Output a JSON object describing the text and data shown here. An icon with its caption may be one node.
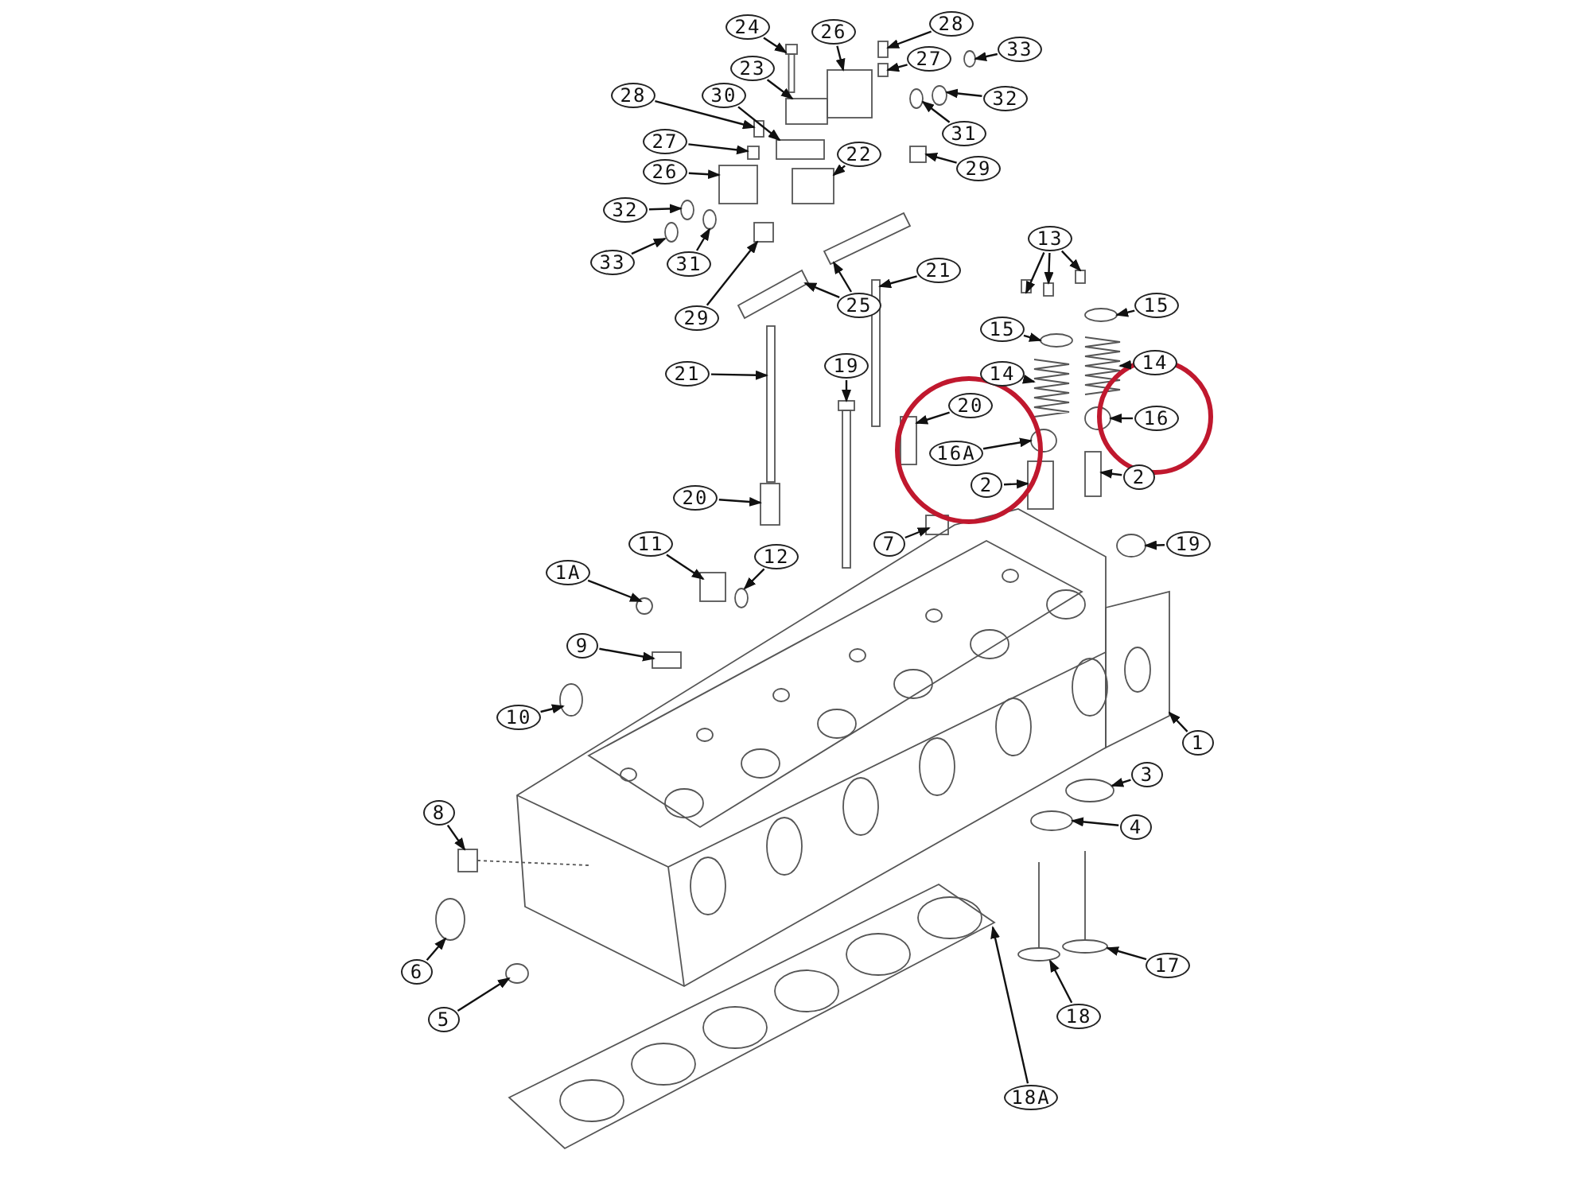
{
  "diagram": {
    "nodes": [
      {
        "text": [
          "24"
        ]
      },
      {
        "text": [
          "26"
        ]
      },
      {
        "text": [
          "28"
        ]
      },
      {
        "text": [
          "27"
        ]
      },
      {
        "text": [
          "33"
        ]
      },
      {
        "text": [
          "23"
        ]
      },
      {
        "text": [
          "28"
        ]
      },
      {
        "text": [
          "30"
        ]
      },
      {
        "text": [
          "32"
        ]
      },
      {
        "text": [
          "31"
        ]
      },
      {
        "text": [
          "27"
        ]
      },
      {
        "text": [
          "22"
        ]
      },
      {
        "text": [
          "29"
        ]
      },
      {
        "text": [
          "26"
        ]
      },
      {
        "text": [
          "32"
        ]
      },
      {
        "text": [
          "33"
        ]
      },
      {
        "text": [
          "31"
        ]
      },
      {
        "text": [
          "29"
        ]
      },
      {
        "text": [
          "25"
        ]
      },
      {
        "text": [
          "21"
        ]
      },
      {
        "text": [
          "13"
        ]
      },
      {
        "text": [
          "15"
        ]
      },
      {
        "text": [
          "15"
        ]
      },
      {
        "text": [
          "21"
        ]
      },
      {
        "text": [
          "19"
        ]
      },
      {
        "text": [
          "14"
        ]
      },
      {
        "text": [
          "14"
        ]
      },
      {
        "text": [
          "20"
        ]
      },
      {
        "text": [
          "16"
        ]
      },
      {
        "text": [
          "16A"
        ]
      },
      {
        "text": [
          "2"
        ]
      },
      {
        "text": [
          "2"
        ]
      },
      {
        "text": [
          "20"
        ]
      },
      {
        "text": [
          "7"
        ]
      },
      {
        "text": [
          "19"
        ]
      },
      {
        "text": [
          "11"
        ]
      },
      {
        "text": [
          "12"
        ]
      },
      {
        "text": [
          "1A"
        ]
      },
      {
        "text": [
          "9"
        ]
      },
      {
        "text": [
          "10"
        ]
      },
      {
        "text": [
          "1"
        ]
      },
      {
        "text": [
          "3"
        ]
      },
      {
        "text": [
          "4"
        ]
      },
      {
        "text": [
          "8"
        ]
      },
      {
        "text": [
          "6"
        ]
      },
      {
        "text": [
          "5"
        ]
      },
      {
        "text": [
          "17"
        ]
      },
      {
        "text": [
          "18"
        ]
      },
      {
        "text": [
          "18A"
        ]
      },
      {
        "text": [],
        "shape": "picture"
      },
      {
        "text": [],
        "shape": "box"
      },
      {
        "text": [],
        "shape": "box"
      },
      {
        "text": [],
        "shape": "box"
      },
      {
        "text": [],
        "shape": "circle"
      },
      {
        "text": [],
        "shape": "box"
      },
      {
        "text": [],
        "shape": "box"
      },
      {
        "text": [],
        "shape": "box"
      },
      {
        "text": [],
        "shape": "circle"
      },
      {
        "text": [],
        "shape": "circle"
      },
      {
        "text": [],
        "shape": "box"
      },
      {
        "text": [],
        "shape": "box"
      },
      {
        "text": [],
        "shape": "box"
      },
      {
        "text": [],
        "shape": "box"
      },
      {
        "text": [],
        "shape": "circle"
      },
      {
        "text": [],
        "shape": "circle"
      },
      {
        "text": [],
        "shape": "circle"
      },
      {
        "text": [],
        "shape": "box"
      },
      {
        "text": [],
        "shape": "picture"
      },
      {
        "text": [],
        "shape": "picture"
      },
      {
        "text": [],
        "shape": "bar"
      },
      {
        "text": [],
        "shape": "box"
      },
      {
        "text": [],
        "shape": "box"
      },
      {
        "text": [],
        "shape": "box"
      },
      {
        "text": [],
        "shape": "circle"
      },
      {
        "text": [],
        "shape": "circle"
      },
      {
        "text": [],
        "shape": "bar"
      },
      {
        "text": [],
        "shape": "picture"
      },
      {
        "text": [],
        "shape": "picture"
      },
      {
        "text": [],
        "shape": "picture"
      },
      {
        "text": [],
        "shape": "box"
      },
      {
        "text": [],
        "shape": "circle"
      },
      {
        "text": [],
        "shape": "circle"
      },
      {
        "text": [],
        "shape": "box"
      },
      {
        "text": [],
        "shape": "box"
      },
      {
        "text": [],
        "shape": "box"
      },
      {
        "text": [],
        "shape": "box"
      },
      {
        "text": [],
        "shape": "circle"
      },
      {
        "text": [],
        "shape": "box"
      },
      {
        "text": [],
        "shape": "circle"
      },
      {
        "text": [],
        "shape": "circle"
      },
      {
        "text": [],
        "shape": "box"
      },
      {
        "text": [],
        "shape": "circle"
      },
      {
        "text": [],
        "shape": "picture"
      },
      {
        "text": [],
        "shape": "circle"
      },
      {
        "text": [],
        "shape": "circle"
      },
      {
        "text": [],
        "shape": "picture"
      },
      {
        "text": [],
        "shape": "circle"
      },
      {
        "text": [],
        "shape": "circle"
      },
      {
        "text": [],
        "shape": "picture"
      },
      {
        "text": [],
        "shape": "picture"
      },
      {
        "text": [],
        "shape": "picture"
      }
    ],
    "edges": [
      {
        "from": 0,
        "to": 49,
        "arrow": "to"
      },
      {
        "from": 1,
        "to": 50,
        "arrow": "to"
      },
      {
        "from": 2,
        "to": 51,
        "arrow": "to"
      },
      {
        "from": 3,
        "to": 52,
        "arrow": "to"
      },
      {
        "from": 4,
        "to": 53,
        "arrow": "to"
      },
      {
        "from": 5,
        "to": 54,
        "arrow": "to"
      },
      {
        "from": 6,
        "to": 55,
        "arrow": "to"
      },
      {
        "from": 7,
        "to": 56,
        "arrow": "to"
      },
      {
        "from": 8,
        "to": 57,
        "arrow": "to"
      },
      {
        "from": 9,
        "to": 58,
        "arrow": "to"
      },
      {
        "from": 10,
        "to": 59,
        "arrow": "to"
      },
      {
        "from": 11,
        "to": 60,
        "arrow": "to"
      },
      {
        "from": 12,
        "to": 61,
        "arrow": "to"
      },
      {
        "from": 13,
        "to": 62,
        "arrow": "to"
      },
      {
        "from": 14,
        "to": 63,
        "arrow": "to"
      },
      {
        "from": 15,
        "to": 64,
        "arrow": "to"
      },
      {
        "from": 16,
        "to": 65,
        "arrow": "to"
      },
      {
        "from": 17,
        "to": 66,
        "arrow": "to"
      },
      {
        "from": 18,
        "to": 67,
        "arrow": "to"
      },
      {
        "from": 18,
        "to": 68,
        "arrow": "to"
      },
      {
        "from": 19,
        "to": 75,
        "arrow": "to"
      },
      {
        "from": 20,
        "to": 70,
        "arrow": "to"
      },
      {
        "from": 20,
        "to": 71,
        "arrow": "to"
      },
      {
        "from": 20,
        "to": 72,
        "arrow": "to"
      },
      {
        "from": 21,
        "to": 73,
        "arrow": "to"
      },
      {
        "from": 22,
        "to": 74,
        "arrow": "to"
      },
      {
        "from": 23,
        "to": 69,
        "arrow": "to"
      },
      {
        "from": 24,
        "to": 76,
        "arrow": "to"
      },
      {
        "from": 25,
        "to": 77,
        "arrow": "to"
      },
      {
        "from": 26,
        "to": 78,
        "arrow": "to"
      },
      {
        "from": 27,
        "to": 79,
        "arrow": "to"
      },
      {
        "from": 28,
        "to": 80,
        "arrow": "to"
      },
      {
        "from": 29,
        "to": 81,
        "arrow": "to"
      },
      {
        "from": 30,
        "to": 82,
        "arrow": "to"
      },
      {
        "from": 31,
        "to": 83,
        "arrow": "to"
      },
      {
        "from": 32,
        "to": 84,
        "arrow": "to"
      },
      {
        "from": 33,
        "to": 85,
        "arrow": "to"
      },
      {
        "from": 34,
        "to": 86,
        "arrow": "to"
      },
      {
        "from": 35,
        "to": 87,
        "arrow": "to"
      },
      {
        "from": 36,
        "to": 88,
        "arrow": "to"
      },
      {
        "from": 37,
        "to": 89,
        "arrow": "to"
      },
      {
        "from": 38,
        "to": 90,
        "arrow": "to"
      },
      {
        "from": 39,
        "to": 91,
        "arrow": "to"
      },
      {
        "from": 40,
        "to": 92,
        "arrow": "to"
      },
      {
        "from": 41,
        "to": 93,
        "arrow": "to"
      },
      {
        "from": 42,
        "to": 94,
        "arrow": "to"
      },
      {
        "from": 43,
        "to": 95,
        "arrow": "to"
      },
      {
        "from": 44,
        "to": 96,
        "arrow": "to"
      },
      {
        "from": 45,
        "to": 97,
        "arrow": "to"
      },
      {
        "from": 46,
        "to": 98,
        "arrow": "to"
      },
      {
        "from": 47,
        "to": 99,
        "arrow": "to"
      },
      {
        "from": 48,
        "to": 100,
        "arrow": "to"
      }
    ]
  }
}
